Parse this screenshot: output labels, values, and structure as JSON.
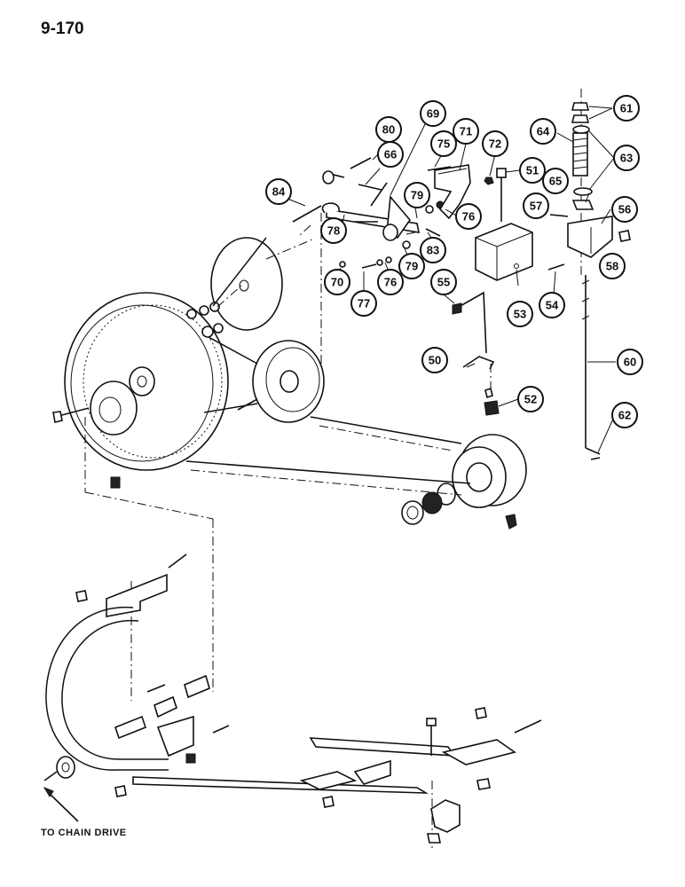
{
  "page": {
    "number": "9-170"
  },
  "labels": {
    "chain_drive": "TO CHAIN DRIVE"
  },
  "callouts": [
    {
      "id": "c61",
      "text": "61"
    },
    {
      "id": "c64",
      "text": "64"
    },
    {
      "id": "c63",
      "text": "63"
    },
    {
      "id": "c65",
      "text": "65"
    },
    {
      "id": "c56",
      "text": "56"
    },
    {
      "id": "c57",
      "text": "57"
    },
    {
      "id": "c58",
      "text": "58"
    },
    {
      "id": "c60",
      "text": "60"
    },
    {
      "id": "c62",
      "text": "62"
    },
    {
      "id": "c80",
      "text": "80"
    },
    {
      "id": "c69",
      "text": "69"
    },
    {
      "id": "c71",
      "text": "71"
    },
    {
      "id": "c75",
      "text": "75"
    },
    {
      "id": "c72",
      "text": "72"
    },
    {
      "id": "c51",
      "text": "51"
    },
    {
      "id": "c66",
      "text": "66"
    },
    {
      "id": "c84",
      "text": "84"
    },
    {
      "id": "c79a",
      "text": "79"
    },
    {
      "id": "c76a",
      "text": "76"
    },
    {
      "id": "c78",
      "text": "78"
    },
    {
      "id": "c83",
      "text": "83"
    },
    {
      "id": "c79b",
      "text": "79"
    },
    {
      "id": "c76b",
      "text": "76"
    },
    {
      "id": "c70",
      "text": "70"
    },
    {
      "id": "c77",
      "text": "77"
    },
    {
      "id": "c55",
      "text": "55"
    },
    {
      "id": "c53",
      "text": "53"
    },
    {
      "id": "c54",
      "text": "54"
    },
    {
      "id": "c50",
      "text": "50"
    },
    {
      "id": "c52",
      "text": "52"
    }
  ]
}
